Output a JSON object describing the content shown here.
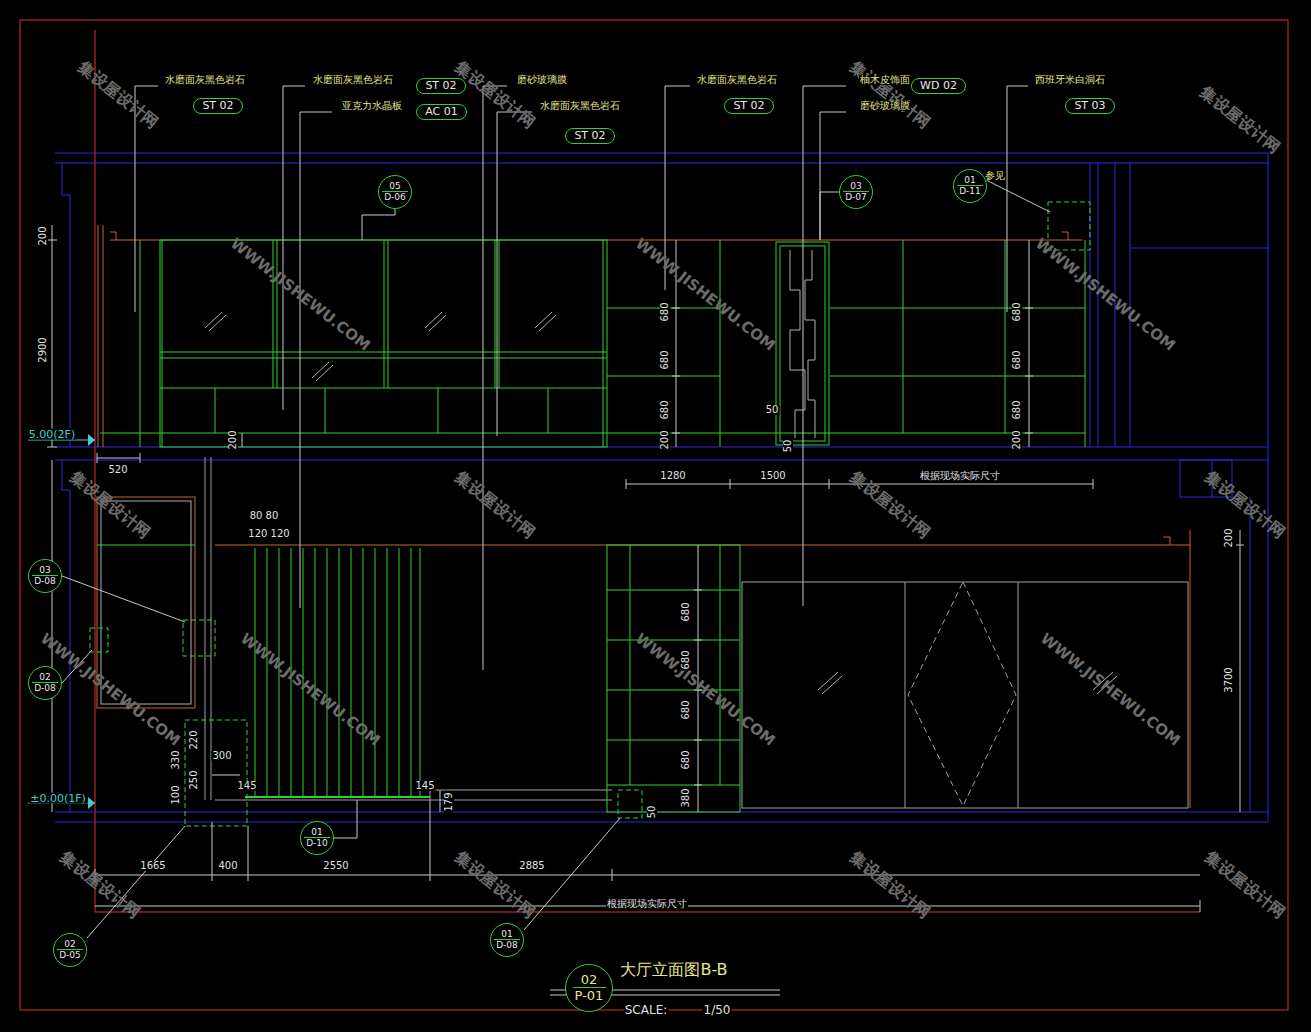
{
  "diagram": {
    "title": "大厅立面图B-B",
    "nodes": [
      {
        "text": [
          "ST 02"
        ]
      },
      {
        "text": [
          "WD 02"
        ]
      },
      {
        "text": [
          "ST 02"
        ]
      },
      {
        "text": [
          "ST 02"
        ]
      },
      {
        "text": [
          "ST 03"
        ]
      },
      {
        "text": [
          "AC 01"
        ]
      },
      {
        "text": [
          "ST 02"
        ]
      },
      {
        "text": [
          "01",
          "D-11"
        ]
      },
      {
        "text": [
          "05",
          "D-06"
        ]
      },
      {
        "text": [
          "03",
          "D-07"
        ]
      },
      {
        "text": [
          "03",
          "D-08"
        ]
      },
      {
        "text": [
          "02",
          "D-08"
        ]
      },
      {
        "text": [
          "01",
          "D-10"
        ]
      },
      {
        "text": [
          "01",
          "D-08"
        ]
      },
      {
        "text": [
          "02",
          "D-05"
        ]
      },
      {
        "text": [
          "02",
          "P-01"
        ]
      }
    ],
    "labels": [
      "水磨面灰黑色岩石",
      "水磨面灰黑色岩石",
      "亚克力水晶板",
      "磨砂玻璃膜",
      "水磨面灰黑色岩石",
      "水磨面灰黑色岩石",
      "柚木皮饰面",
      "磨砂玻璃膜",
      "西班牙米白洞石",
      "参见",
      "200",
      "2900",
      "5.00(2F)",
      "520",
      "680",
      "680",
      "680",
      "200",
      "200",
      "50",
      "50",
      "1280",
      "1500",
      "根据现场实际尺寸",
      "680",
      "680",
      "680",
      "200",
      "80 80",
      "120 120",
      "300",
      "330",
      "220",
      "250",
      "100",
      "145",
      "145",
      "179",
      "50",
      "680",
      "680",
      "680",
      "680",
      "380",
      "200",
      "3700",
      "±0.00(1F)",
      "1665",
      "400",
      "2550",
      "2885",
      "根据现场实际尺寸",
      "SCALE:",
      "1/50",
      "集设屋设计网",
      "集设屋设计网",
      "集设屋设计网",
      "集设屋设计网",
      "集设屋设计网",
      "集设屋设计网",
      "集设屋设计网",
      "集设屋设计网",
      "集设屋设计网",
      "集设屋设计网",
      "集设屋设计网",
      "集设屋设计网",
      "WWW.JISHEWU.COM",
      "WWW.JISHEWU.COM",
      "WWW.JISHEWU.COM",
      "WWW.JISHEWU.COM",
      "WWW.JISHEWU.COM",
      "WWW.JISHEWU.COM",
      "WWW.JISHEWU.COM"
    ]
  }
}
